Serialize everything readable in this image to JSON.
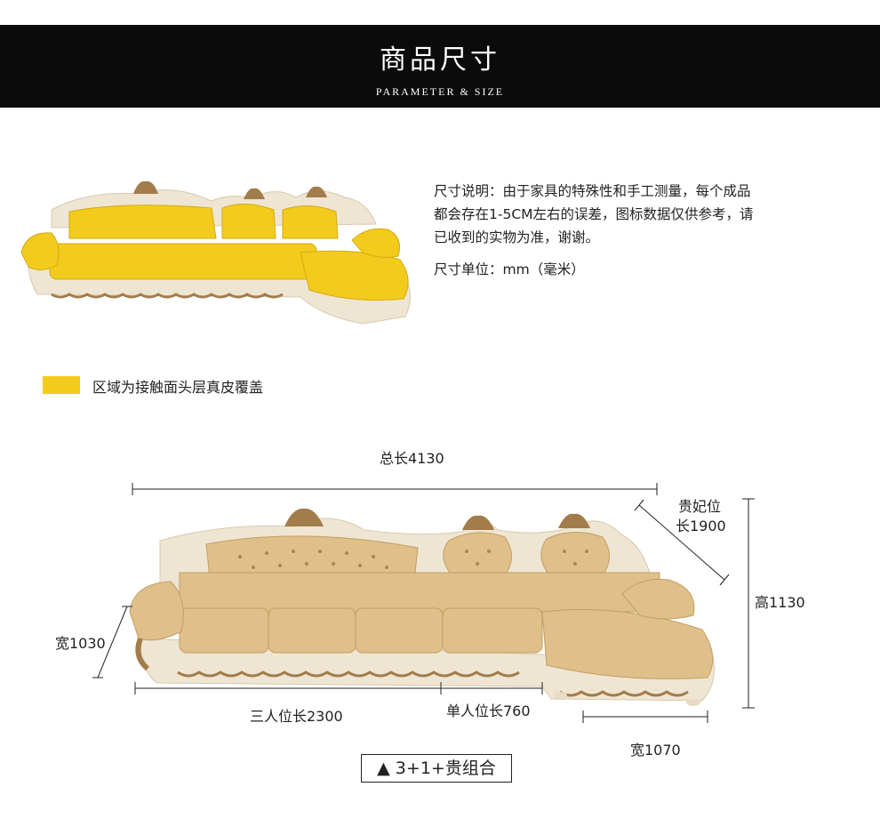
{
  "header": {
    "title": "商品尺寸",
    "subtitle": "PARAMETER & SIZE"
  },
  "description": {
    "lines": [
      "尺寸说明：由于家具的特殊性和手工测量，每个成品",
      "都会存在1-5CM左右的误差，图标数据仅供参考，请",
      "已收到的实物为准，谢谢。"
    ],
    "unit": "尺寸单位：mm（毫米）"
  },
  "legend": {
    "color": "#f2cb1d",
    "text": "区域为接触面头层真皮覆盖"
  },
  "dimensions": {
    "total_length": "总长4130",
    "chaise_length_line1": "贵妃位",
    "chaise_length_line2": "长1900",
    "height": "高1130",
    "depth": "宽1030",
    "three_seat": "三人位长2300",
    "single_seat": "单人位长760",
    "chaise_width": "宽1070"
  },
  "combo": {
    "icon": "triangle-up-icon",
    "label": "▲ 3+1+贵组合"
  },
  "colors": {
    "header_bg": "#0b0b0b",
    "sofa_yellow": "#f2cb1d",
    "sofa_beige": "#dfc08a",
    "frame": "#efe5d3",
    "carving": "#a27c4b"
  }
}
